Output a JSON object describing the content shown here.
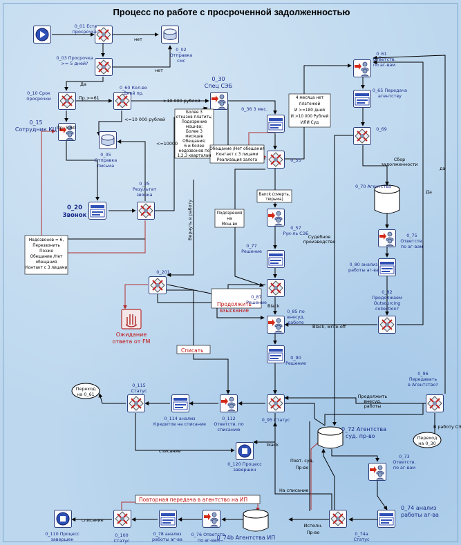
{
  "diagram": {
    "title": "Процесс по работе с просроченной задолженностью"
  },
  "nodes": {
    "n01": [
      "0_01 Есть",
      "просрочка?"
    ],
    "n02": [
      "0_02",
      "Отправка",
      "смс"
    ],
    "n03": [
      "0_03 Просрочка",
      ">= 5 дней?"
    ],
    "n10": [
      "0_10 Срок",
      "просрочки"
    ],
    "n60": [
      "0_60 Кол-во",
      "Дней пр."
    ],
    "n30": [
      "0_30",
      "Спец СЭБ"
    ],
    "n15": [
      "0_15",
      "Сотрудник КЦ"
    ],
    "n05": [
      "0_05",
      "Отправка",
      "письма"
    ],
    "n25": [
      "0_25",
      "Результат",
      "звонка"
    ],
    "n20": [
      "0_20",
      "Звонок"
    ],
    "n36": [
      "0_36 3 мес."
    ],
    "n55": [
      "0_55"
    ],
    "n57": [
      "0_57",
      "Рук-ль СЭБ"
    ],
    "n77": [
      "0_77",
      "Решение"
    ],
    "n87": [
      "0_87",
      "Решение"
    ],
    "n201": [
      "0_201"
    ],
    "nwait": [
      "Ожидание",
      "ответа от FM"
    ],
    "n85": [
      "0_85 по",
      "внесуд.",
      "работе"
    ],
    "n90": [
      "0_90",
      "Решение"
    ],
    "n61": [
      "0_61",
      "Ответств.",
      "по аг-вам"
    ],
    "n65": [
      "0_65 Передача",
      "агентству"
    ],
    "n69": [
      "0_69"
    ],
    "n70": [
      "0_70 Агентства"
    ],
    "n75": [
      "0_75",
      "Ответств.",
      "по аг-вам"
    ],
    "n80": [
      "0_80 анализ",
      "работы аг-ва"
    ],
    "n82": [
      "0_82",
      "Продолжаем",
      "Outsourcing",
      "collection?"
    ],
    "n96": [
      "0_96",
      "Передавать",
      "в Агентство?"
    ],
    "n115": [
      "0_115",
      "Статус"
    ],
    "n114": [
      "0_114 анализ",
      "Кредитов на списание"
    ],
    "n112": [
      "0_112",
      "Ответств. по",
      "списанию"
    ],
    "n95": [
      "0_95 Статус"
    ],
    "n120": [
      "0_120 Процесс",
      "завершен"
    ],
    "n72": [
      "0_72 Агентства",
      "суд. пр-во"
    ],
    "n73": [
      "0_73",
      "Ответств.",
      "по аг-вам"
    ],
    "n74": [
      "0_74 анализ",
      "работы аг-ва"
    ],
    "n74a": [
      "0_74a",
      "Статус"
    ],
    "n74b": [
      "0_74b Агентства ИП"
    ],
    "n76": [
      "0_76 Ответств.",
      "по аг-вам"
    ],
    "n78": [
      "0_78 анализ",
      "работы аг-ва"
    ],
    "n100": [
      "0_100",
      "Статус"
    ],
    "n110": [
      "0_110 Процесс",
      "завершен"
    ],
    "go61": [
      "Переход",
      "на 0_61"
    ],
    "go30": [
      "Переход",
      "на 0_30"
    ]
  },
  "edges": {
    "net1": "нет",
    "net2": "нет",
    "da1": "Да",
    "pr61": "Пр.>=61",
    "pr560": "Пр. 5-60",
    "gt10000": ">10 000 рублей",
    "le10000a": "<=10 000 рублей",
    "le10000b": "<=10000",
    "vernut": "Вернуть в работу",
    "prodolzh": [
      "Продолжить",
      "взыскание"
    ],
    "spisat": "Списать",
    "black1": "Black",
    "blackwo": "Black, write-off",
    "black2": "black",
    "spisanie1": "списание",
    "spisanie2": "списание",
    "nasp": "На списание",
    "povt_sud": [
      "Повт. суд.",
      "Пр-во"
    ],
    "ispoln": [
      "Исполн.",
      "Пр-во"
    ],
    "povt_ag": "Повторная передача в агентство на ИП",
    "sud": [
      "Судебное",
      "производство"
    ],
    "sbor": [
      "Сбор",
      "задолженности"
    ],
    "da2": "да",
    "da3": "Да",
    "vrab": "В работу СЭБ",
    "prodvnesud": [
      "Продолжить",
      "внесуд.",
      "работы"
    ]
  },
  "notes": {
    "nedozvon": [
      "Недозвонов = 6,",
      "Перезвонить",
      "Позже",
      "Обещание /Нет",
      "обещания",
      "Контакт с 3 лицами"
    ],
    "bolee3": [
      "Более 3",
      "отказов платить;",
      "Подозрение",
      "мош-ва;",
      "Более 3",
      "месяцев",
      "Обещания;",
      "6 и более",
      "недозвонов по",
      "1,2,3 кварталам"
    ],
    "obeshch": [
      "Обещание /Нет обещания",
      "Контакт с 3 лицами",
      "Реализация залога"
    ],
    "mes4": [
      "4 месяца нет",
      "платежей",
      "И >=180 дней",
      "И >10 000 Рублей",
      "ИЛИ Суд"
    ],
    "kraja": [
      "Banck (смерть,",
      "тюрьма)"
    ],
    "podozr": [
      "Подозрения",
      "на",
      "Мош-во"
    ]
  }
}
